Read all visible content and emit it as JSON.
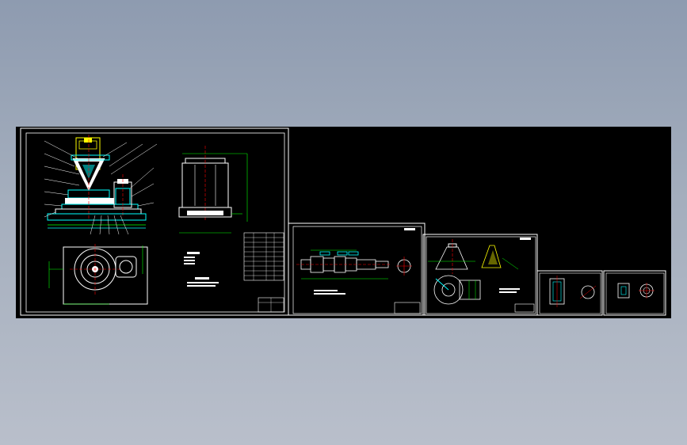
{
  "viewer": {
    "background_top": "#8e9bb0",
    "background_bottom": "#b9bfcb",
    "canvas_color": "#000000"
  },
  "drawing": {
    "line_color": "#ffffff",
    "dimension_color": "#00ff00",
    "outline_color": "#00ffff",
    "accent_color": "#ffff00",
    "marker_color": "#ff0000",
    "sheets": [
      {
        "name": "assembly-drawing"
      },
      {
        "name": "shaft-part-drawing"
      },
      {
        "name": "cone-part-drawing"
      },
      {
        "name": "small-part-drawing-a"
      },
      {
        "name": "small-part-drawing-b"
      }
    ]
  }
}
